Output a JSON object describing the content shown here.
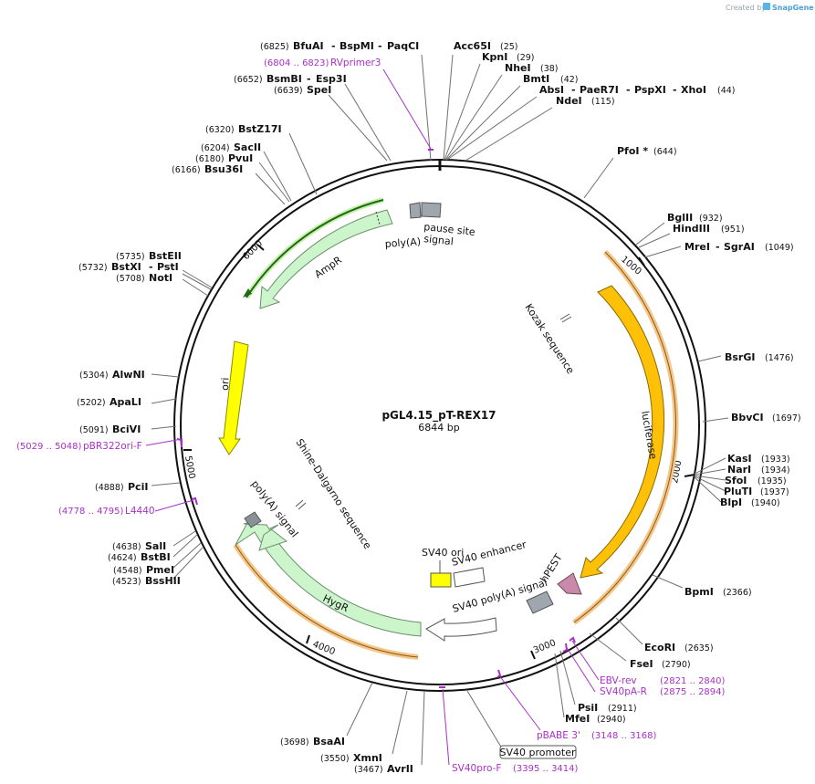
{
  "credit": {
    "prefix": "Created by",
    "brand": "SnapGene"
  },
  "plasmid": {
    "name": "pGL4.15_pT-REX17",
    "size": "6844 bp",
    "length": 6844
  },
  "ticks": [
    "1000",
    "2000",
    "3000",
    "4000",
    "5000",
    "6000"
  ],
  "sites": [
    {
      "name": "BfuAI",
      "pos": "(6825)"
    },
    {
      "name": "BspMI",
      "pos": ""
    },
    {
      "name": "PaqCI",
      "pos": ""
    },
    {
      "name": "Acc65I",
      "pos": "(25)"
    },
    {
      "name": "KpnI",
      "pos": "(29)"
    },
    {
      "name": "NheI",
      "pos": "(38)"
    },
    {
      "name": "BmtI",
      "pos": "(42)"
    },
    {
      "name": "AbsI",
      "pos": ""
    },
    {
      "name": "PaeR7I",
      "pos": ""
    },
    {
      "name": "PspXI",
      "pos": ""
    },
    {
      "name": "XhoI",
      "pos": "(44)"
    },
    {
      "name": "NdeI",
      "pos": "(115)"
    },
    {
      "name": "BsmBI",
      "pos": "(6652)"
    },
    {
      "name": "Esp3I",
      "pos": ""
    },
    {
      "name": "SpeI",
      "pos": "(6639)"
    },
    {
      "name": "BstZ17I",
      "pos": "(6320)"
    },
    {
      "name": "SacII",
      "pos": "(6204)"
    },
    {
      "name": "PvuI",
      "pos": "(6180)"
    },
    {
      "name": "Bsu36I",
      "pos": "(6166)"
    },
    {
      "name": "PfoI *",
      "pos": "(644)"
    },
    {
      "name": "BglII",
      "pos": "(932)"
    },
    {
      "name": "HindIII",
      "pos": "(951)"
    },
    {
      "name": "MreI",
      "pos": ""
    },
    {
      "name": "SgrAI",
      "pos": "(1049)"
    },
    {
      "name": "BstEII",
      "pos": "(5735)"
    },
    {
      "name": "BstXI",
      "pos": "(5732)"
    },
    {
      "name": "PstI",
      "pos": ""
    },
    {
      "name": "NotI",
      "pos": "(5708)"
    },
    {
      "name": "BsrGI",
      "pos": "(1476)"
    },
    {
      "name": "AlwNI",
      "pos": "(5304)"
    },
    {
      "name": "ApaLI",
      "pos": "(5202)"
    },
    {
      "name": "BbvCI",
      "pos": "(1697)"
    },
    {
      "name": "BciVI",
      "pos": "(5091)"
    },
    {
      "name": "KasI",
      "pos": "(1933)"
    },
    {
      "name": "NarI",
      "pos": "(1934)"
    },
    {
      "name": "SfoI",
      "pos": "(1935)"
    },
    {
      "name": "PluTI",
      "pos": "(1937)"
    },
    {
      "name": "BlpI",
      "pos": "(1940)"
    },
    {
      "name": "PciI",
      "pos": "(4888)"
    },
    {
      "name": "SalI",
      "pos": "(4638)"
    },
    {
      "name": "BstBI",
      "pos": "(4624)"
    },
    {
      "name": "PmeI",
      "pos": "(4548)"
    },
    {
      "name": "BssHII",
      "pos": "(4523)"
    },
    {
      "name": "BpmI",
      "pos": "(2366)"
    },
    {
      "name": "EcoRI",
      "pos": "(2635)"
    },
    {
      "name": "FseI",
      "pos": "(2790)"
    },
    {
      "name": "PsiI",
      "pos": "(2911)"
    },
    {
      "name": "MfeI",
      "pos": "(2940)"
    },
    {
      "name": "BsaAI",
      "pos": "(3698)"
    },
    {
      "name": "XmnI",
      "pos": "(3550)"
    },
    {
      "name": "AvrII",
      "pos": "(3467)"
    }
  ],
  "primers": [
    {
      "range": "(6804 .. 6823)",
      "name": "RVprimer3"
    },
    {
      "range": "(5029 .. 5048)",
      "name": "pBR322ori-F"
    },
    {
      "range": "(4778 .. 4795)",
      "name": "L4440"
    },
    {
      "range": "(2821 .. 2840)",
      "name": "EBV-rev"
    },
    {
      "range": "(2875 .. 2894)",
      "name": "SV40pA-R"
    },
    {
      "range": "(3148 .. 3168)",
      "name": "pBABE 3'"
    },
    {
      "range": "(3395 .. 3414)",
      "name": "SV40pro-F"
    }
  ],
  "features": {
    "pause_site": "pause site",
    "pause_signal": "signal",
    "polyA": "poly(A)",
    "ampr": "AmpR",
    "kozak": "Kozak sequence",
    "ori": "ori",
    "luciferase": "luciferase",
    "shine": "Shine-Dalgarno sequence",
    "polyA_signal": "poly(A) signal",
    "sv40_ori": "SV40 ori",
    "sv40_enh": "SV40 enhancer",
    "hpest": "hPEST",
    "sv40_pa": "SV40 poly(A) signal",
    "hygr": "HygR",
    "sv40_promoter": "SV40 promoter"
  },
  "colors": {
    "backbone": "#111111",
    "ampr_fill": "#ccf5cc",
    "ampr_edge": "#6a8f6a",
    "ori_fill": "#ffff00",
    "luc_fill": "#ffc107",
    "primer": "#a830c8",
    "orf_band": "#f5c68a",
    "hpest": "#c88aa8",
    "gray_box": "#a0a6ae"
  }
}
